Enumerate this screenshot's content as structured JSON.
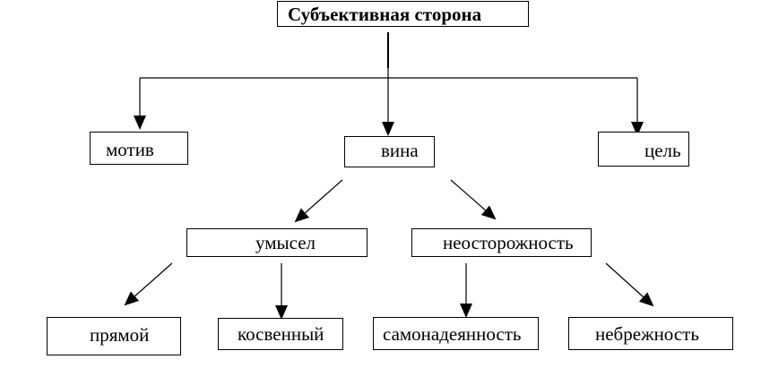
{
  "diagram": {
    "root": "Субъективная сторона",
    "level1": {
      "motive": "мотив",
      "guilt": "вина",
      "goal": "цель"
    },
    "guilt_forms": {
      "intent": "умысел",
      "negligence": "неосторожность"
    },
    "intent_types": {
      "direct": "прямой",
      "indirect": "косвенный"
    },
    "negligence_types": {
      "arrogance": "самонадеянность",
      "carelessness": "небрежность"
    }
  },
  "colors": {
    "line": "#000000",
    "box_border": "#000000",
    "background": "#ffffff"
  }
}
